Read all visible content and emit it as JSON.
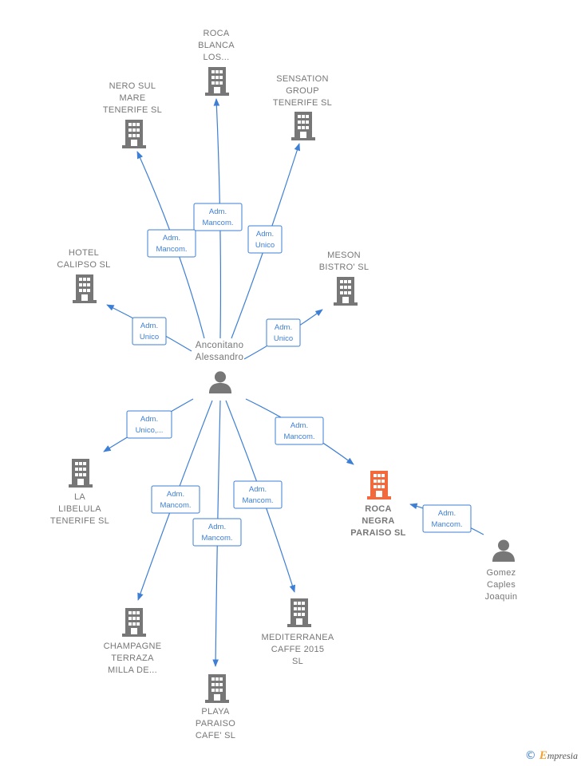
{
  "center": {
    "lines": [
      "Anconitano",
      "Alessandro"
    ],
    "icon": "person-icon"
  },
  "companies": [
    {
      "id": "roca-blanca",
      "lines": [
        "ROCA",
        "BLANCA",
        "LOS..."
      ],
      "icon": "building-icon"
    },
    {
      "id": "nero-sul-mare",
      "lines": [
        "NERO SUL",
        "MARE",
        "TENERIFE  SL"
      ],
      "icon": "building-icon"
    },
    {
      "id": "sensation-group",
      "lines": [
        "SENSATION",
        "GROUP",
        "TENERIFE  SL"
      ],
      "icon": "building-icon"
    },
    {
      "id": "hotel-calipso",
      "lines": [
        "HOTEL",
        "CALIPSO  SL"
      ],
      "icon": "building-icon"
    },
    {
      "id": "meson-bistro",
      "lines": [
        "MESON",
        "BISTRO'  SL"
      ],
      "icon": "building-icon"
    },
    {
      "id": "la-libelula",
      "lines": [
        "LA",
        "LIBELULA",
        "TENERIFE  SL"
      ],
      "icon": "building-icon"
    },
    {
      "id": "roca-negra",
      "lines": [
        "ROCA",
        "NEGRA",
        "PARAISO  SL"
      ],
      "icon": "building-icon",
      "highlight": true
    },
    {
      "id": "champagne",
      "lines": [
        "CHAMPAGNE",
        "TERRAZA",
        "MILLA DE..."
      ],
      "icon": "building-icon"
    },
    {
      "id": "playa-paraiso",
      "lines": [
        "PLAYA",
        "PARAISO",
        "CAFE'  SL"
      ],
      "icon": "building-icon"
    },
    {
      "id": "mediterranea",
      "lines": [
        "MEDITERRANEA",
        "CAFFE 2015",
        "SL"
      ],
      "icon": "building-icon"
    }
  ],
  "persons": [
    {
      "id": "gomez",
      "lines": [
        "Gomez",
        "Caples",
        "Joaquin"
      ],
      "icon": "person-icon"
    }
  ],
  "relations": [
    {
      "id": "rel-roca-blanca",
      "lines": [
        "Adm.",
        "Mancom."
      ]
    },
    {
      "id": "rel-nero",
      "lines": [
        "Adm.",
        "Mancom."
      ]
    },
    {
      "id": "rel-sensation",
      "lines": [
        "Adm.",
        "Unico"
      ]
    },
    {
      "id": "rel-hotel",
      "lines": [
        "Adm.",
        "Unico"
      ]
    },
    {
      "id": "rel-meson",
      "lines": [
        "Adm.",
        "Unico"
      ]
    },
    {
      "id": "rel-libelula",
      "lines": [
        "Adm.",
        "Unico,..."
      ]
    },
    {
      "id": "rel-roca-negra",
      "lines": [
        "Adm.",
        "Mancom."
      ]
    },
    {
      "id": "rel-champagne",
      "lines": [
        "Adm.",
        "Mancom."
      ]
    },
    {
      "id": "rel-playa",
      "lines": [
        "Adm.",
        "Mancom."
      ]
    },
    {
      "id": "rel-mediterranea",
      "lines": [
        "Adm.",
        "Mancom."
      ]
    },
    {
      "id": "rel-gomez",
      "lines": [
        "Adm.",
        "Mancom."
      ]
    }
  ],
  "colors": {
    "edge": "#3d7fd4",
    "node": "#777777",
    "highlight": "#f26a3c"
  },
  "footer": {
    "copyright_symbol": "©",
    "brand_initial": "E",
    "brand_rest": "mpresia"
  }
}
